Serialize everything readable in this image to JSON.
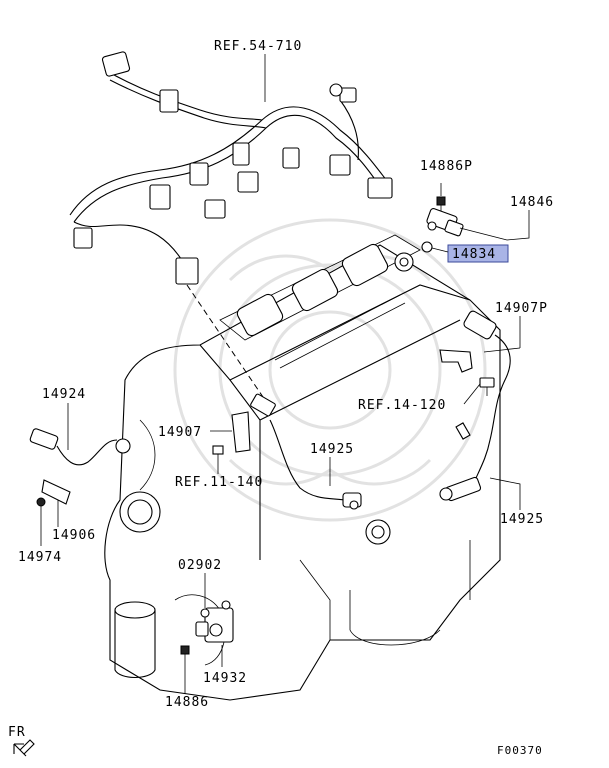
{
  "diagram": {
    "figure_code": "F00370",
    "direction_label": "FR",
    "highlighted_part": "14834",
    "labels": {
      "ref_54_710": "REF.54-710",
      "p14886P": "14886P",
      "p14846": "14846",
      "p14834": "14834",
      "p14907P": "14907P",
      "ref_14_120": "REF.14-120",
      "p14924": "14924",
      "p14907": "14907",
      "p14925_center": "14925",
      "ref_11_140": "REF.11-140",
      "p14925_right": "14925",
      "p14906": "14906",
      "p14974": "14974",
      "p02902": "02902",
      "p14932": "14932",
      "p14886": "14886"
    },
    "colors": {
      "highlight_fill": "#a9b4e6",
      "highlight_stroke": "#3b4a9a"
    }
  }
}
